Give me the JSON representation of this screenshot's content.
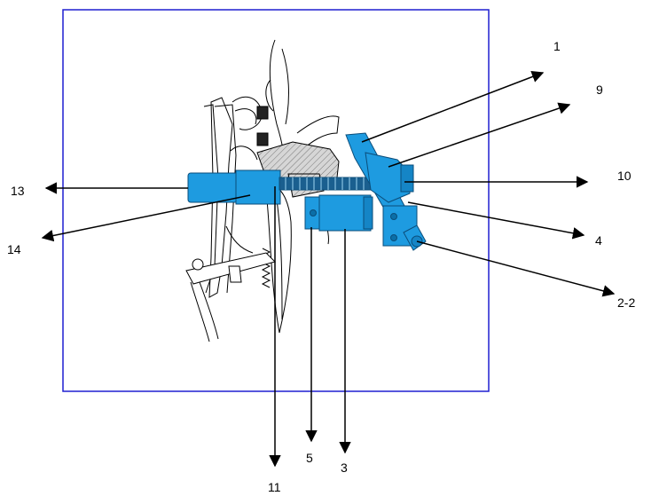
{
  "colors": {
    "frame": "#1f1fd0",
    "part_blue": "#1e9be0",
    "part_blue_dark": "#0b6fa8",
    "line": "#000000",
    "gray": "#c8c8c8"
  },
  "callouts": [
    {
      "id": "c1",
      "label": "1"
    },
    {
      "id": "c9",
      "label": "9"
    },
    {
      "id": "c10",
      "label": "10"
    },
    {
      "id": "c4",
      "label": "4"
    },
    {
      "id": "c22",
      "label": "2-2"
    },
    {
      "id": "c13",
      "label": "13"
    },
    {
      "id": "c14",
      "label": "14"
    },
    {
      "id": "c11",
      "label": "11"
    },
    {
      "id": "c5",
      "label": "5"
    },
    {
      "id": "c3",
      "label": "3"
    }
  ]
}
